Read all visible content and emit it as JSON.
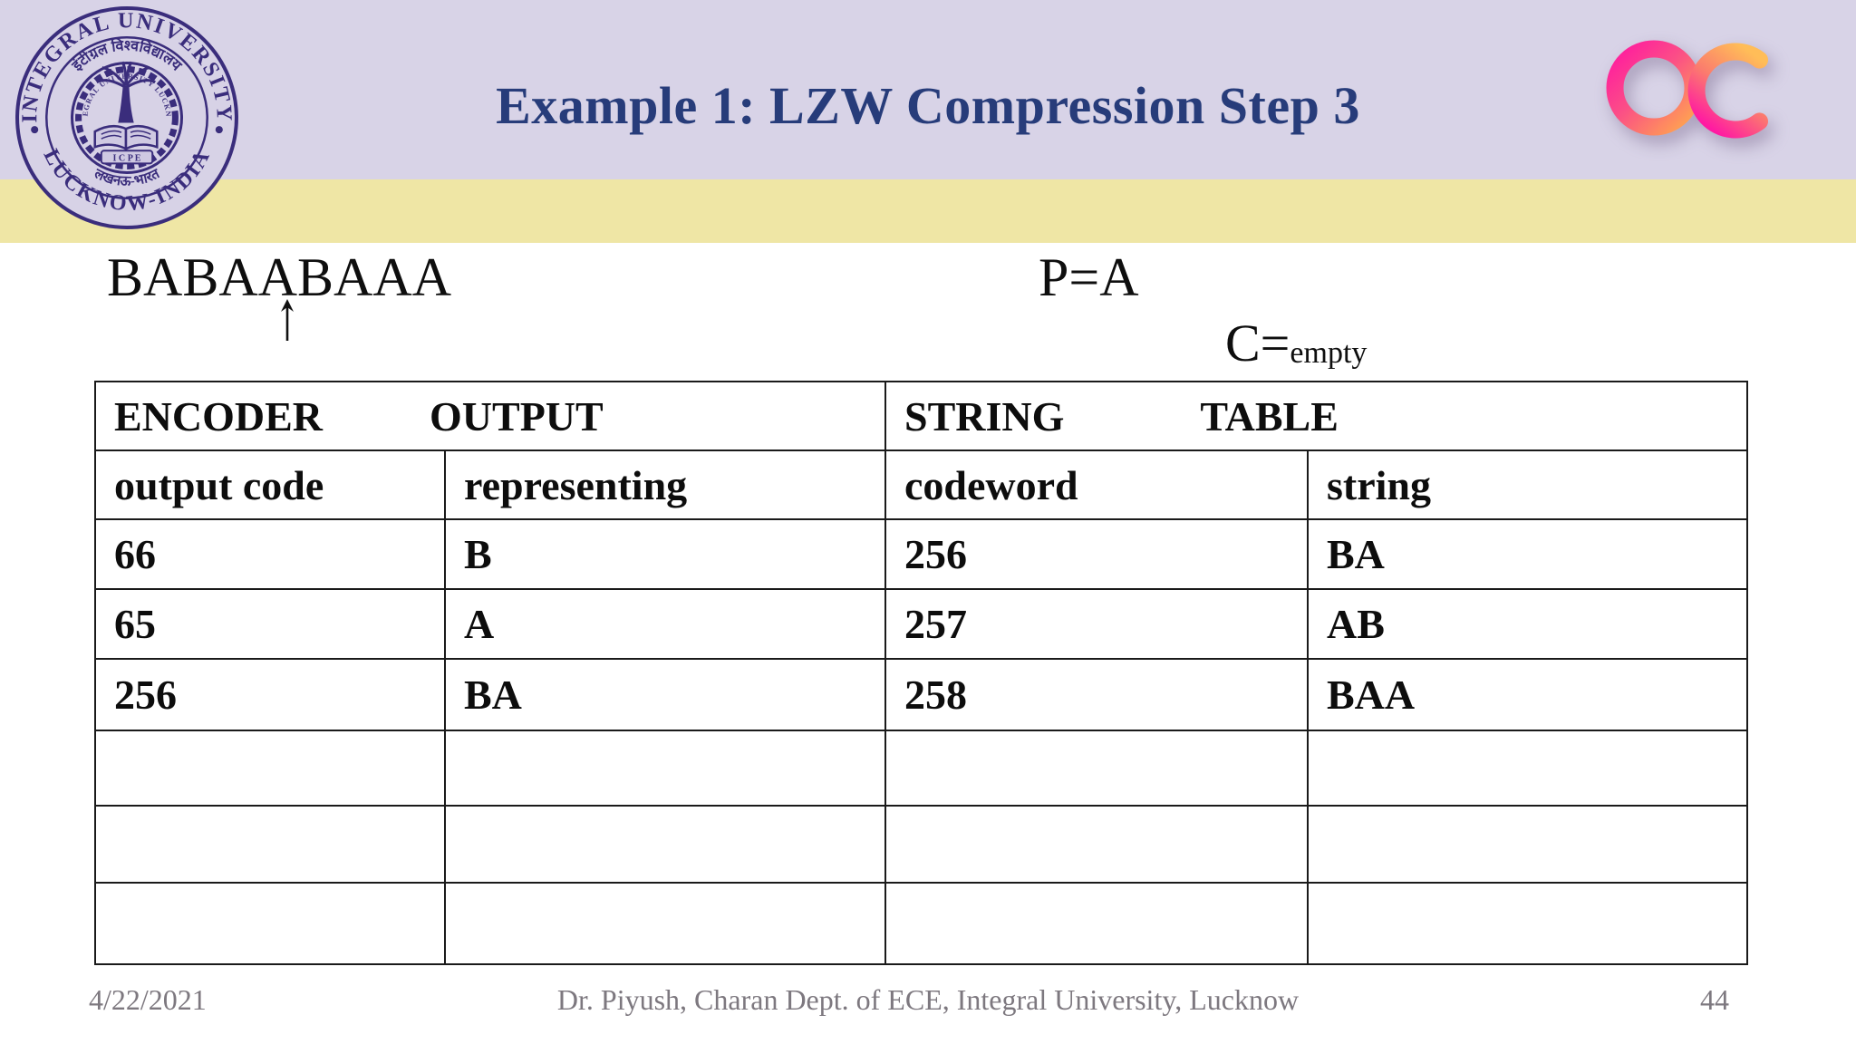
{
  "slide": {
    "title": "Example 1: LZW Compression Step 3",
    "sequence": "BABAABAAA",
    "p_text": "P=A",
    "c_text": "C=",
    "c_subscript": "empty",
    "footer": {
      "date": "4/22/2021",
      "credit": "Dr. Piyush, Charan Dept. of ECE, Integral University, Lucknow",
      "page": "44"
    }
  },
  "university_seal": {
    "top_text": "INTEGRAL UNIVERSITY",
    "bottom_text": "LUCKNOW-INDIA",
    "hindi_top_text": "इंटीग्रल विश्वविद्यालय",
    "hindi_bottom_text": "लखनऊ-भारत",
    "inner_ring_text": "INTEGRAL UNIVERSITY LUCKNOW",
    "ribbon_text": "I C P E"
  },
  "pc_logo": {
    "letters": "pc",
    "pink": "#ff1aa2",
    "orange": "#ffab4e"
  },
  "table": {
    "section_headers": [
      [
        "ENCODER",
        "OUTPUT"
      ],
      [
        "STRING",
        "TABLE"
      ]
    ],
    "columns": [
      "output code",
      "representing",
      "codeword",
      "string"
    ],
    "rows": [
      [
        "66",
        "B",
        "256",
        "BA"
      ],
      [
        "65",
        "A",
        "257",
        "AB"
      ],
      [
        "256",
        "BA",
        "258",
        "BAA"
      ],
      [
        "",
        "",
        "",
        ""
      ],
      [
        "",
        "",
        "",
        ""
      ],
      [
        "",
        "",
        "",
        ""
      ]
    ]
  },
  "colors": {
    "header_band": "#d8d3e7",
    "accent_band": "#efe6a5",
    "title_navy": "#273c7a",
    "seal_navy": "#3a2d7c",
    "text_black": "#0d0d0d",
    "footer_gray": "#7d787f"
  }
}
